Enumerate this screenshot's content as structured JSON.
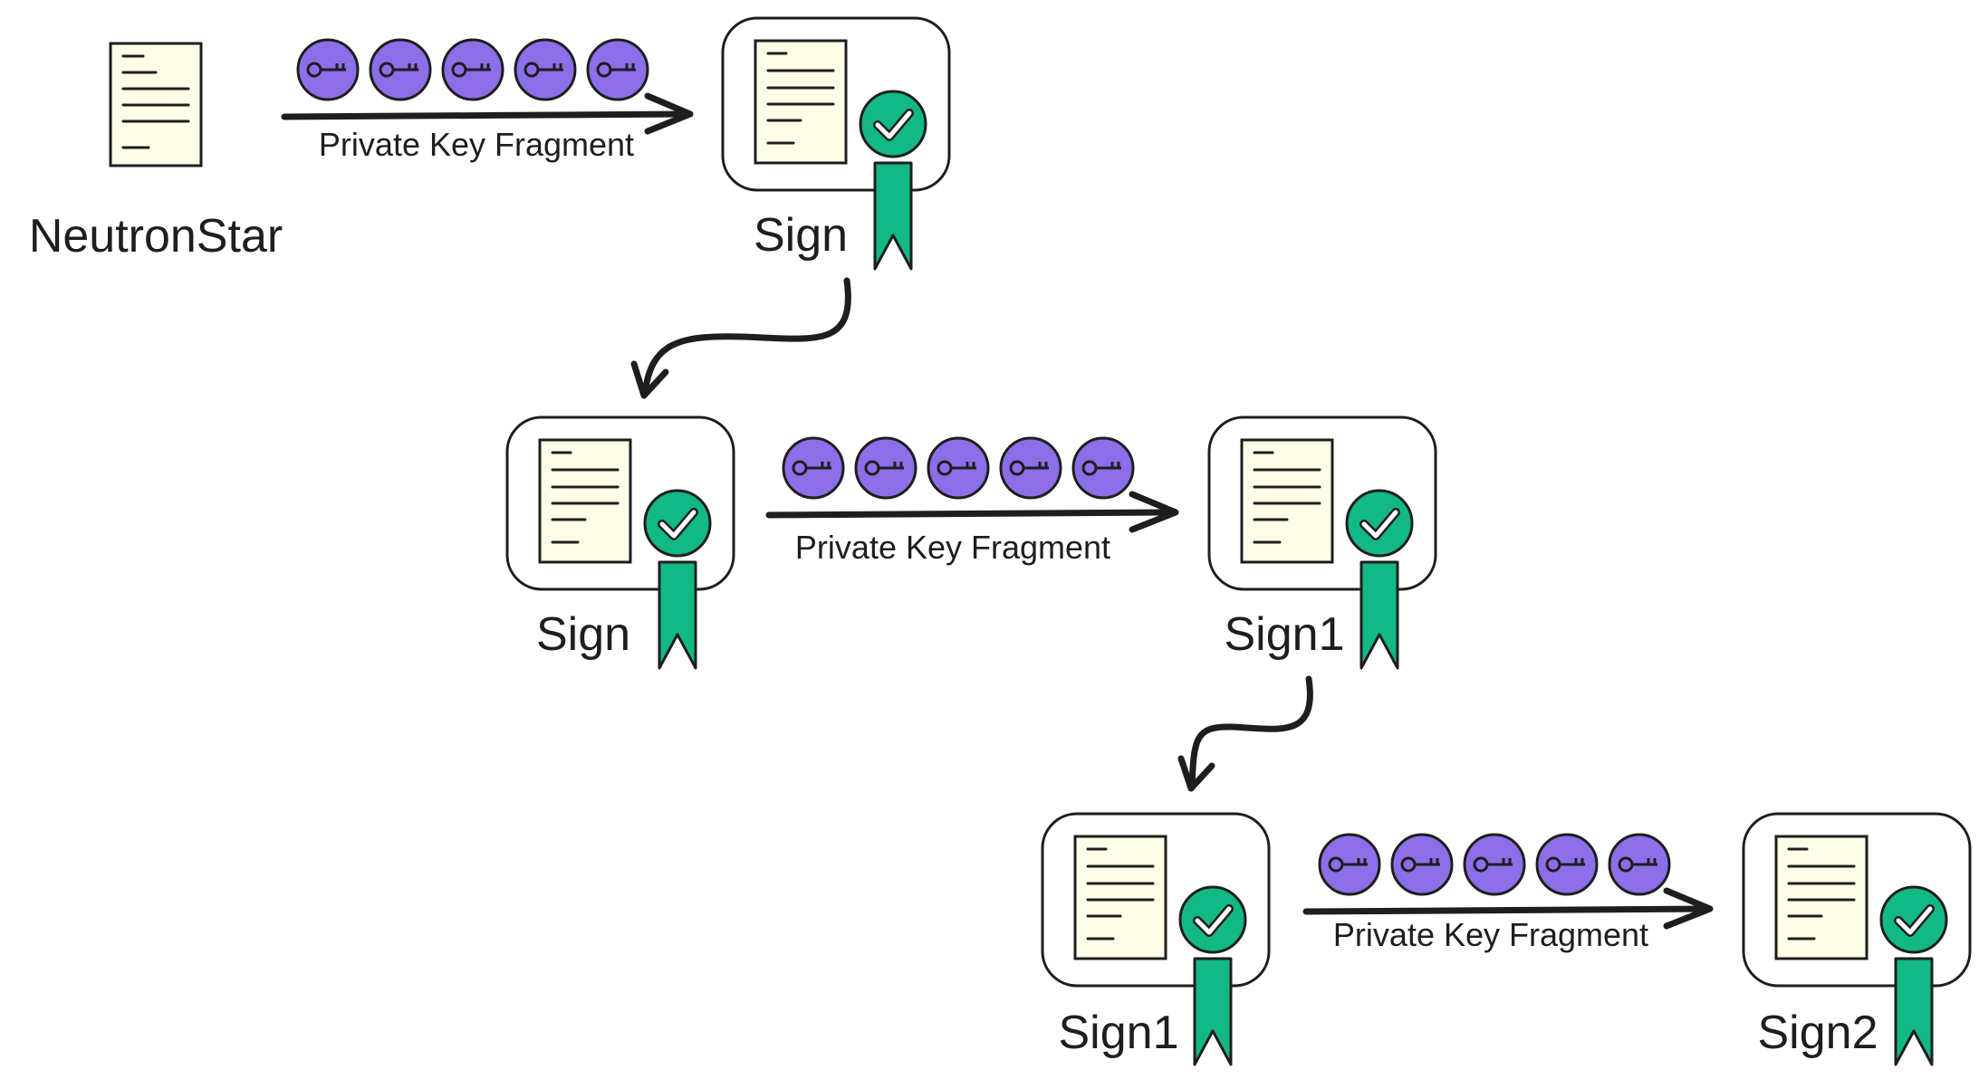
{
  "labels": {
    "source": "NeutronStar",
    "step1_output": "Sign",
    "step2_input": "Sign",
    "step2_output": "Sign1",
    "step3_input": "Sign1",
    "step3_output": "Sign2"
  },
  "arrows": {
    "fragment1": "Private Key Fragment",
    "fragment2": "Private Key Fragment",
    "fragment3": "Private Key Fragment"
  },
  "key_fragments_per_step": 5,
  "colors": {
    "key_fill": "#8c6ee8",
    "seal_green": "#12b886",
    "paper": "#fdfde8",
    "stroke": "#1e1e1e"
  },
  "icons": {
    "document": "document-icon",
    "key": "key-icon",
    "seal": "seal-icon",
    "arrow": "arrow-icon"
  }
}
